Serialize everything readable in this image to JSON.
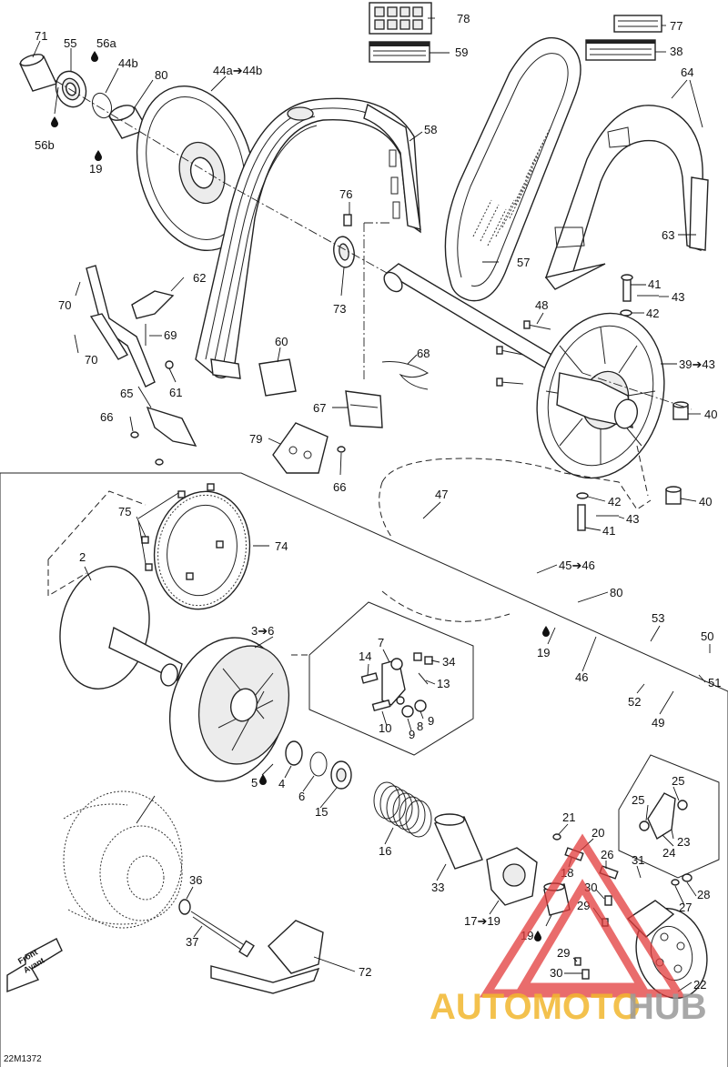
{
  "drawing_id": "22M1372",
  "labels": {
    "l71": "71",
    "l55": "55",
    "l56a": "56a",
    "l44b": "44b",
    "l80a": "80",
    "l44": "44a➔44b",
    "l56b": "56b",
    "l19a": "19",
    "l78": "78",
    "l59": "59",
    "l77": "77",
    "l38": "38",
    "l64": "64",
    "l58": "58",
    "l76": "76",
    "l57": "57",
    "l63": "63",
    "l73": "73",
    "l70a": "70",
    "l62": "62",
    "l69": "69",
    "l70b": "70",
    "l60": "60",
    "l61": "61",
    "l65": "65",
    "l66a": "66",
    "l68": "68",
    "l67": "67",
    "l79": "79",
    "l66b": "66",
    "l41a": "41",
    "l43a": "43",
    "l42a": "42",
    "l48": "48",
    "l39": "39➔43",
    "l40a": "40",
    "l42b": "42",
    "l43b": "43",
    "l41b": "41",
    "l40b": "40",
    "l47": "47",
    "l45": "45➔46",
    "l80b": "80",
    "l53": "53",
    "l19b": "19",
    "l46": "46",
    "l50": "50",
    "l51": "51",
    "l52": "52",
    "l49": "49",
    "l75": "75",
    "l74": "74",
    "l2": "2",
    "l3": "3➔6",
    "l7": "7",
    "l14": "14",
    "l34": "34",
    "l13": "13",
    "l10": "10",
    "l9a": "9",
    "l8": "8",
    "l9b": "9",
    "l5": "5",
    "l4": "4",
    "l6": "6",
    "l15": "15",
    "l16": "16",
    "l33": "33",
    "l21": "21",
    "l20": "20",
    "l18": "18",
    "l26": "26",
    "l31": "31",
    "l17": "17➔19",
    "l19c": "19",
    "l30a": "30",
    "l29a": "29",
    "l28": "28",
    "l27": "27",
    "l25a": "25",
    "l25b": "25",
    "l23": "23",
    "l24": "24",
    "l29b": "29",
    "l30b": "30",
    "l22": "22",
    "l36": "36",
    "l37": "37",
    "l72": "72"
  },
  "arrow_sign": {
    "line1": "Front",
    "line2": "Avant"
  },
  "watermark": {
    "part1": "AUTOMOTO",
    "part2": "HUB",
    "color1": "#f2b72e",
    "color2": "#9a9a9a",
    "logo_color": "#e23b3b"
  }
}
